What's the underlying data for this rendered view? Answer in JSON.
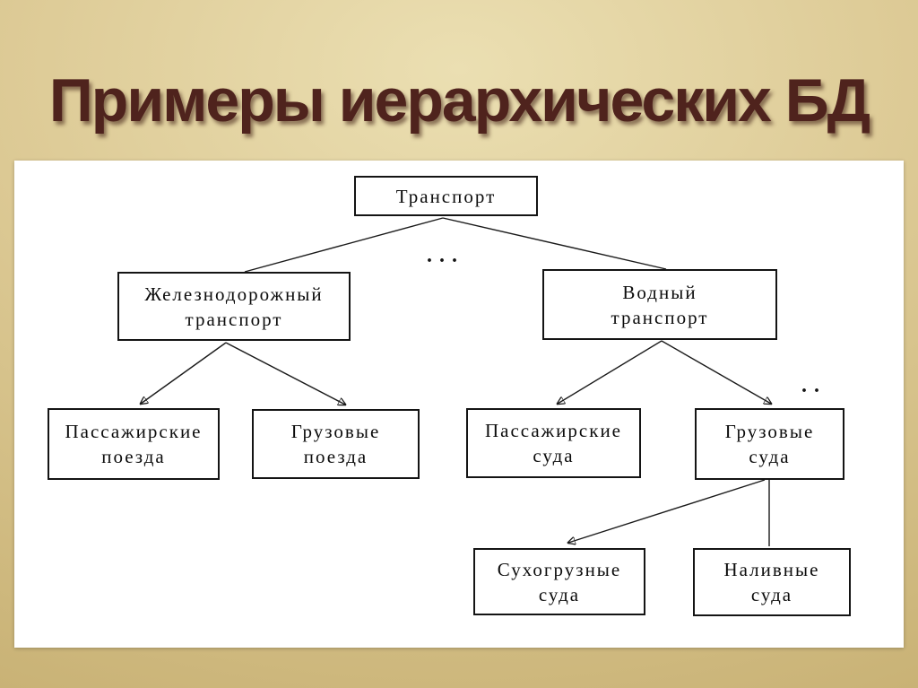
{
  "slide": {
    "title": "Примеры иерархических БД"
  },
  "colors": {
    "title_text": "#4f231d",
    "background_edge": "#c2aa6b",
    "background_center": "#ebdfb2",
    "panel_background": "#ffffff",
    "box_border": "#141414",
    "connector_line": "#1a1a1a"
  },
  "diagram": {
    "ellipsis_top": "...",
    "ellipsis_right": "..",
    "nodes": [
      {
        "id": "transport",
        "label": "Транспорт"
      },
      {
        "id": "rail-transport",
        "label": "Железнодорожный\nтранспорт"
      },
      {
        "id": "water-transport",
        "label": "Водный\nтранспорт"
      },
      {
        "id": "passenger-trains",
        "label": "Пассажирские\nпоезда"
      },
      {
        "id": "freight-trains",
        "label": "Грузовые\nпоезда"
      },
      {
        "id": "passenger-ships",
        "label": "Пассажирские\nсуда"
      },
      {
        "id": "freight-ships",
        "label": "Грузовые\nсуда"
      },
      {
        "id": "dry-cargo-ships",
        "label": "Сухогрузные\nсуда"
      },
      {
        "id": "tanker-ships",
        "label": "Наливные\nсуда"
      }
    ],
    "edges": [
      {
        "from": "transport",
        "to": "rail-transport"
      },
      {
        "from": "transport",
        "to": "water-transport"
      },
      {
        "from": "rail-transport",
        "to": "passenger-trains"
      },
      {
        "from": "rail-transport",
        "to": "freight-trains"
      },
      {
        "from": "water-transport",
        "to": "passenger-ships"
      },
      {
        "from": "water-transport",
        "to": "freight-ships"
      },
      {
        "from": "freight-ships",
        "to": "dry-cargo-ships"
      },
      {
        "from": "freight-ships",
        "to": "tanker-ships"
      }
    ]
  }
}
